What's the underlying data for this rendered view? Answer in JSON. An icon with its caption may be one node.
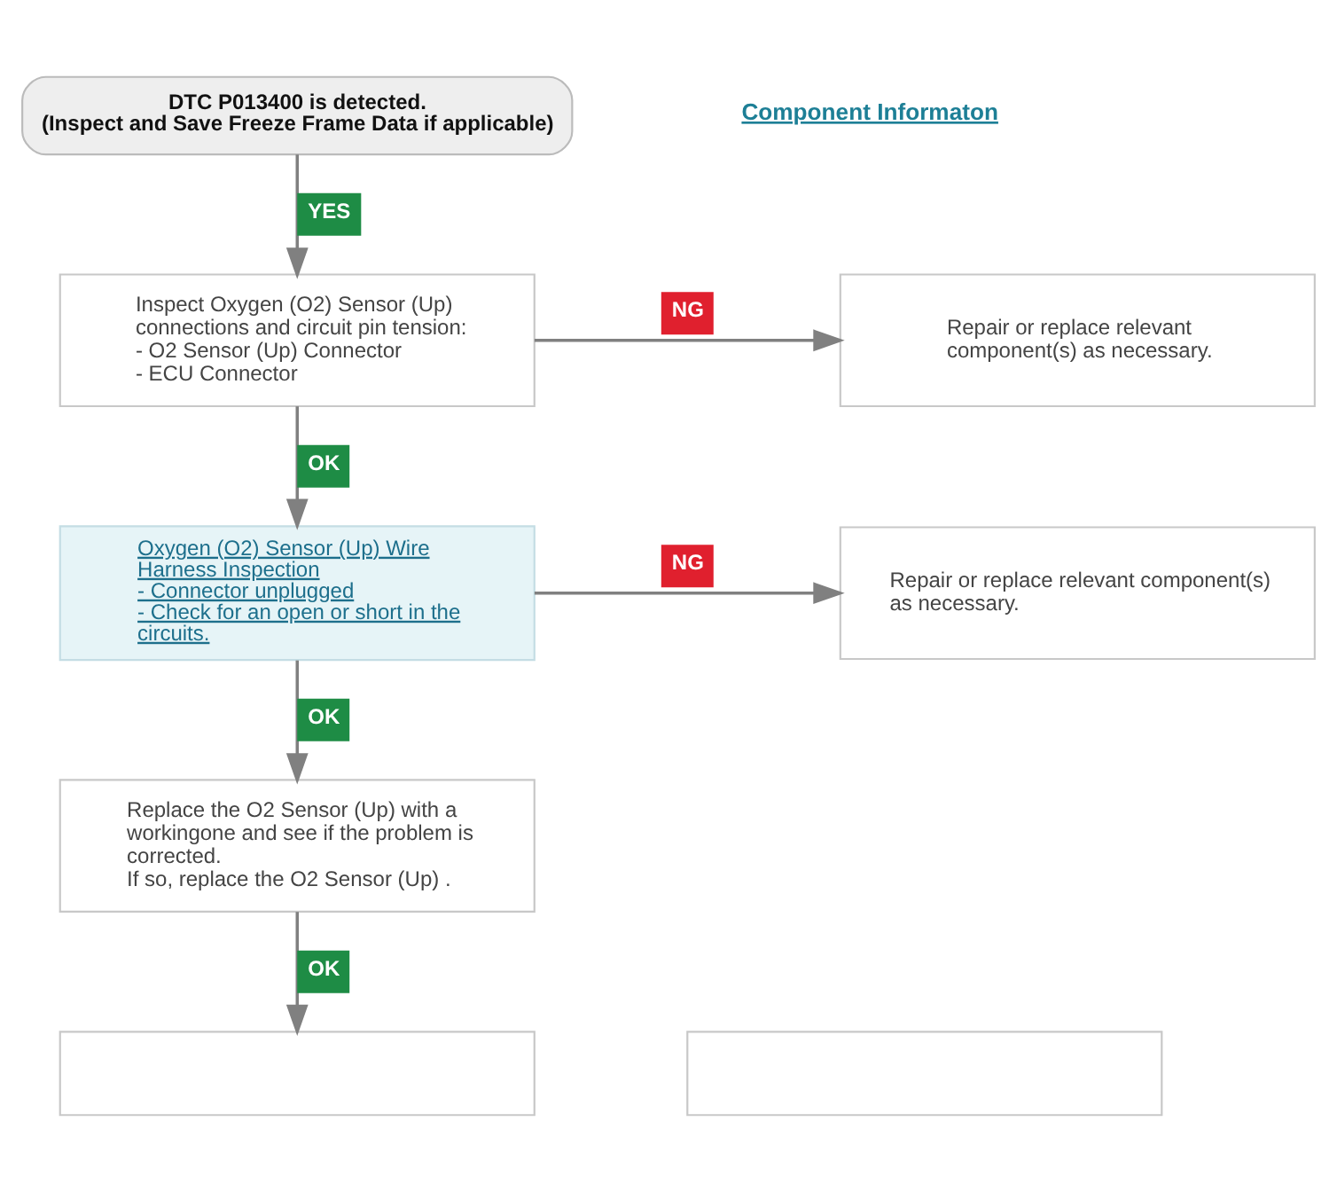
{
  "diagram": {
    "nodes": [
      {
        "text": [
          "DTC P013400 is detected.",
          "(Inspect and Save Freeze Frame Data if applicable)"
        ]
      },
      {
        "text": [
          "Inspect Oxygen (O2) Sensor (Up) connections and circuit pin tension:",
          "- O2 Sensor (Up) Connector",
          "- ECU Connector"
        ]
      },
      {
        "text": [
          "Repair or replace relevant component(s) as necessary."
        ]
      },
      {
        "text": [
          "Oxygen (O2) Sensor (Up) Wire Harness Inspection",
          "- Connector unplugged",
          "- Check for an open or short in the circuits."
        ]
      },
      {
        "text": [
          "Repair or replace relevant component(s) as necessary."
        ]
      },
      {
        "text": [
          "Replace the O2 Sensor (Up) with a workingone and see if the problem is corrected.",
          "If so, replace the O2 Sensor (Up) ."
        ]
      },
      {
        "text": [],
        "shape": "box"
      },
      {
        "text": [],
        "shape": "box"
      }
    ],
    "edges": [
      {
        "from": 0,
        "to": 1,
        "arrow": "to",
        "label": "YES"
      },
      {
        "from": 1,
        "to": 2,
        "arrow": "to",
        "label": "NG"
      },
      {
        "from": 1,
        "to": 3,
        "arrow": "to",
        "label": "OK"
      },
      {
        "from": 3,
        "to": 4,
        "arrow": "to",
        "label": "NG"
      },
      {
        "from": 3,
        "to": 5,
        "arrow": "to",
        "label": "OK"
      },
      {
        "from": 5,
        "to": 6,
        "arrow": "to",
        "label": "OK"
      }
    ],
    "labels": [
      "Component Informaton"
    ]
  }
}
